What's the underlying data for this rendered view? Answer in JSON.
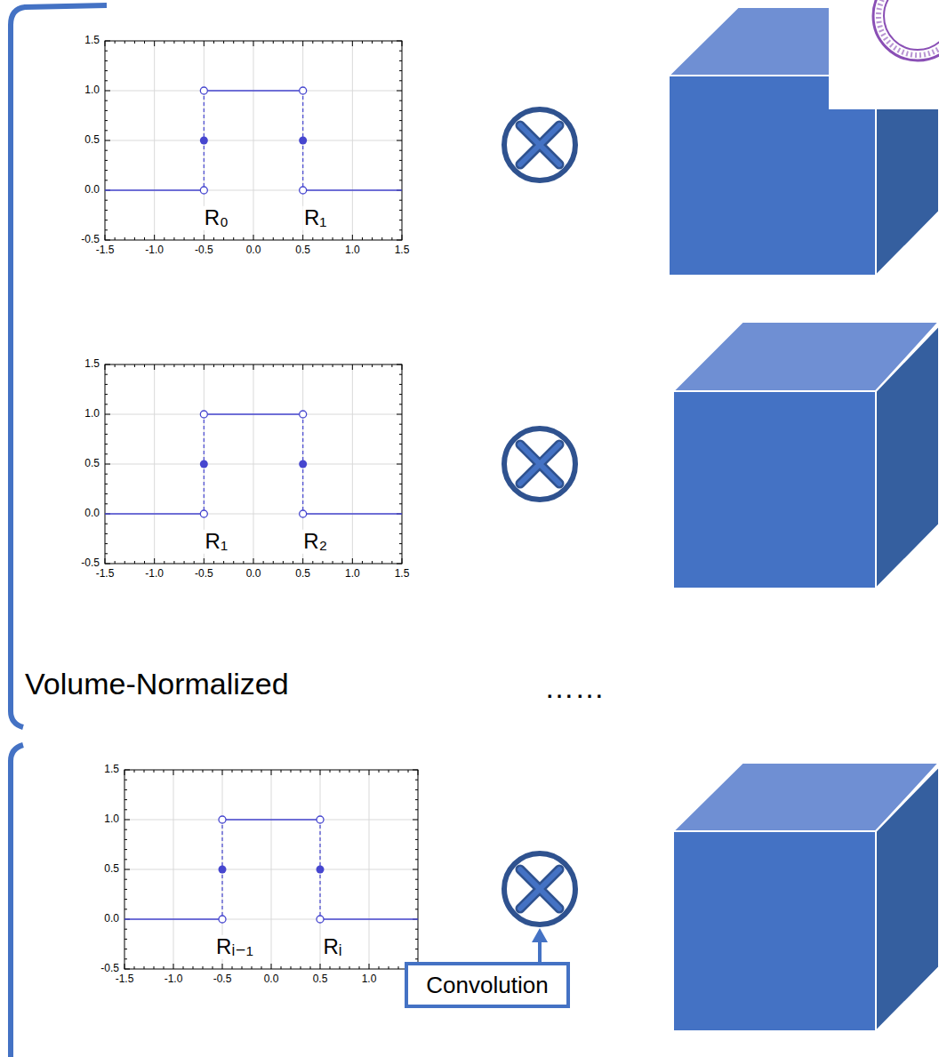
{
  "diagram": {
    "nodes": [
      {
        "text": [
          "Convolution"
        ]
      }
    ],
    "labels": [
      "1.5",
      "1.0",
      "0.5",
      "0.0",
      "-0.5",
      "R₀",
      "R₁",
      "-1.5",
      "-1.0",
      "-0.5",
      "0.0",
      "0.5",
      "1.0",
      "1.5",
      "1.5",
      "1.0",
      "0.5",
      "0.0",
      "-0.5",
      "R₁",
      "R₂",
      "-1.5",
      "-1.0",
      "-0.5",
      "0.0",
      "0.5",
      "1.0",
      "1.5",
      "Volume-Normalized",
      "……",
      "1.5",
      "1.0",
      "0.5",
      "0.0",
      "-0.5",
      "Rᵢ₋₁",
      "Rᵢ",
      "-1.5",
      "-1.0",
      "-0.5",
      "0.0",
      "0.5",
      "1.0"
    ]
  }
}
